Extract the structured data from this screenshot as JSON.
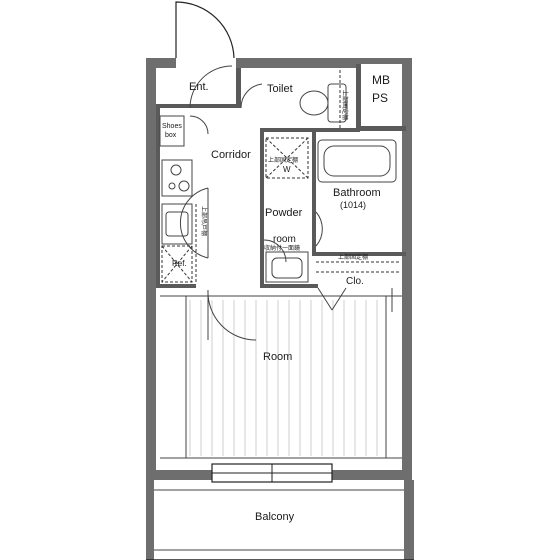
{
  "rooms": {
    "entrance": "Ent.",
    "toilet": "Toilet",
    "mb_ps_line1": "MB",
    "mb_ps_line2": "PS",
    "shoes_box_line1": "Shoes",
    "shoes_box_line2": "box",
    "corridor": "Corridor",
    "washer": "W",
    "bathroom": "Bathroom",
    "bathroom_size": "(1014)",
    "powder_line1": "Powder",
    "powder_line2": "room",
    "refrigerator": "Ref.",
    "closet": "Clo.",
    "room": "Room",
    "balcony": "Balcony"
  },
  "annotations": {
    "upper_shelf_toilet": "上部固定棚",
    "upper_shelf_washer": "上部固定棚",
    "upper_shelf_kitchen": "上部吊戸棚",
    "storage_mirror": "収納付一面鏡",
    "upper_shelf_closet": "上部固定棚"
  },
  "colors": {
    "wall": "#6e6e6e",
    "line": "#222222",
    "floor_grain": "#cfcfcf"
  }
}
